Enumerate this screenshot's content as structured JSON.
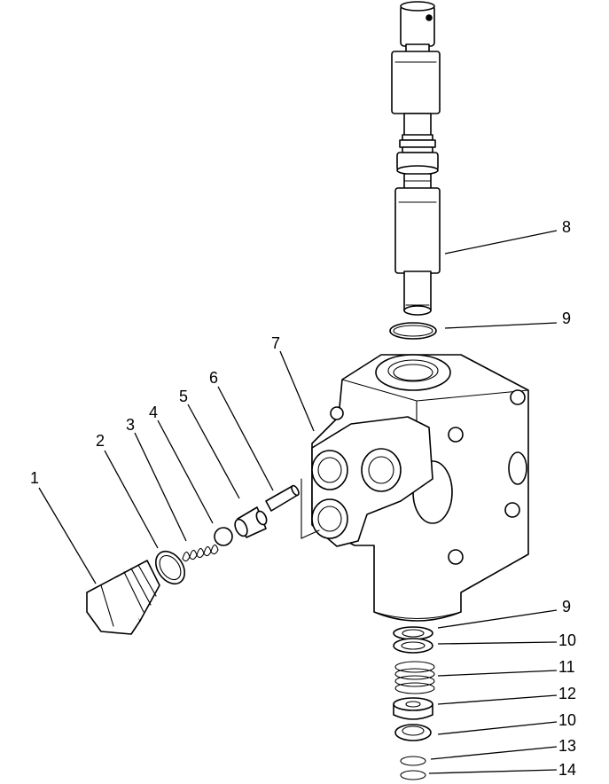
{
  "callouts": {
    "c1": "1",
    "c2": "2",
    "c3": "3",
    "c4": "4",
    "c5": "5",
    "c6": "6",
    "c7": "7",
    "c8": "8",
    "c9a": "9",
    "c9b": "9",
    "c10a": "10",
    "c11": "11",
    "c12": "12",
    "c10b": "10",
    "c13": "13",
    "c14": "14"
  }
}
